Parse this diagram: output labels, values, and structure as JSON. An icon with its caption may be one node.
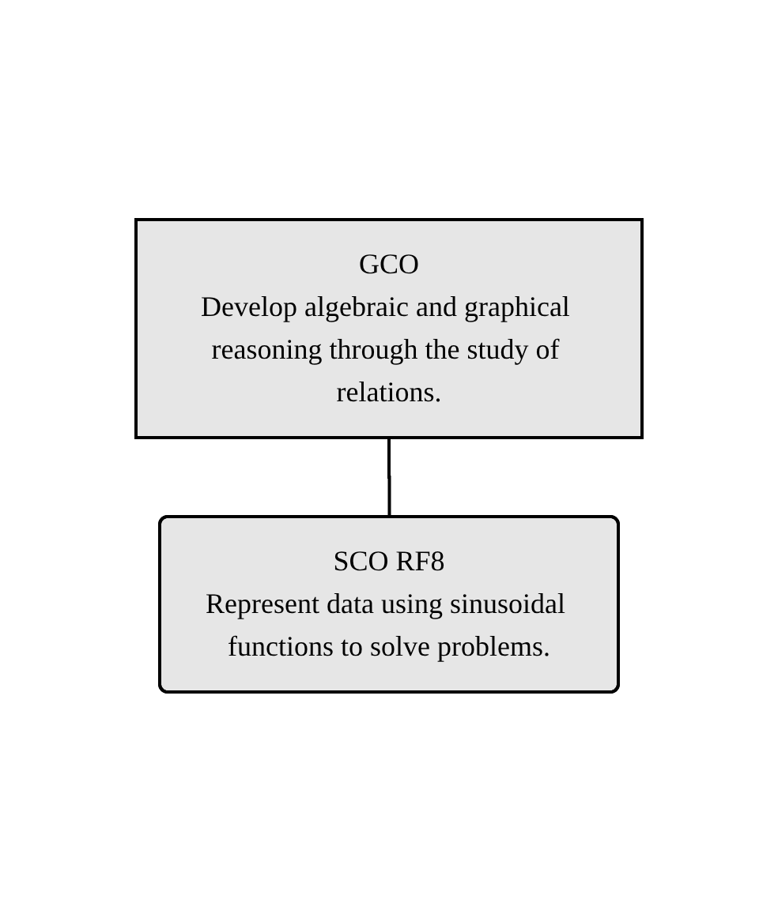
{
  "diagram": {
    "nodes": [
      {
        "text": [
          "GCO",
          "Develop algebraic and graphical reasoning through the study of relations."
        ]
      },
      {
        "text": [
          "SCO RF8",
          "Represent data using sinusoidal functions to solve problems."
        ]
      }
    ],
    "edges": [
      {
        "from": 0,
        "to": 1,
        "arrow": "none"
      }
    ]
  }
}
